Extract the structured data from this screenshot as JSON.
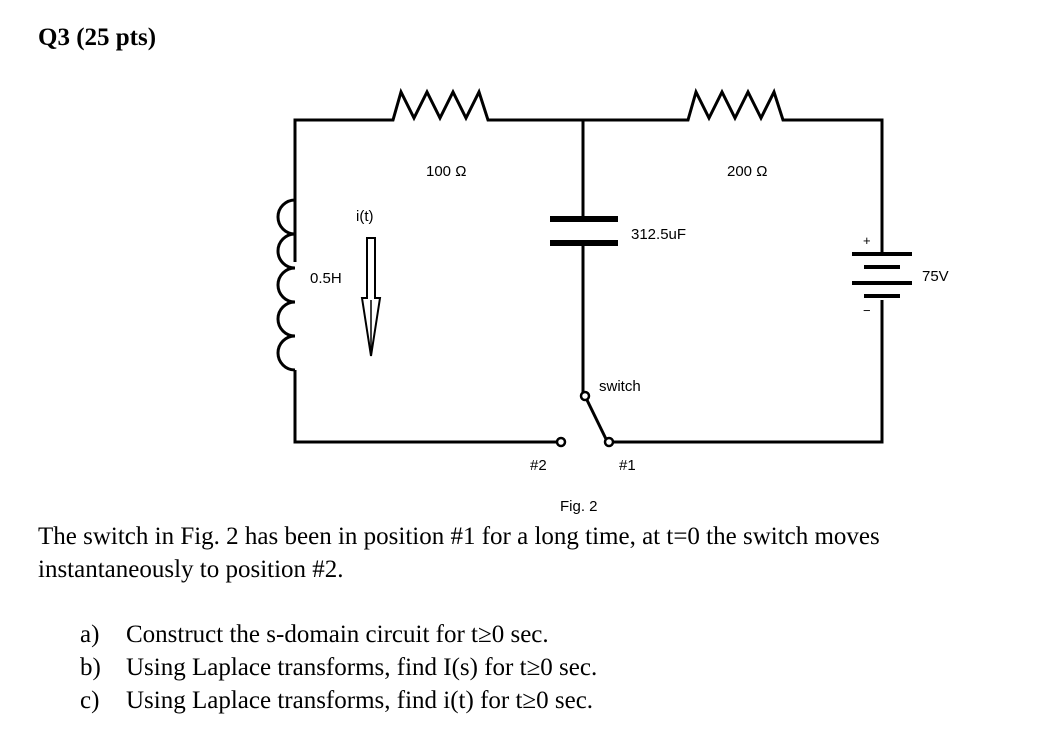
{
  "question": {
    "title": "Q3 (25 pts)"
  },
  "figure": {
    "caption": "Fig. 2",
    "labels": {
      "resistor_left": "100 Ω",
      "resistor_right": "200 Ω",
      "capacitor": "312.5uF",
      "inductor": "0.5H",
      "current": "i(t)",
      "source_voltage": "75V",
      "source_plus": "+",
      "source_minus": "−",
      "switch": "switch",
      "position_2": "#2",
      "position_1": "#1"
    }
  },
  "problem": {
    "statement": "The switch in Fig. 2 has been in position #1 for a long time, at t=0 the switch moves instantaneously to position #2.",
    "parts": [
      {
        "letter": "a)",
        "text": "Construct the s-domain circuit for t≥0 sec."
      },
      {
        "letter": "b)",
        "text": "Using Laplace transforms, find I(s) for t≥0 sec."
      },
      {
        "letter": "c)",
        "text": "Using Laplace transforms, find i(t) for t≥0 sec."
      }
    ]
  }
}
